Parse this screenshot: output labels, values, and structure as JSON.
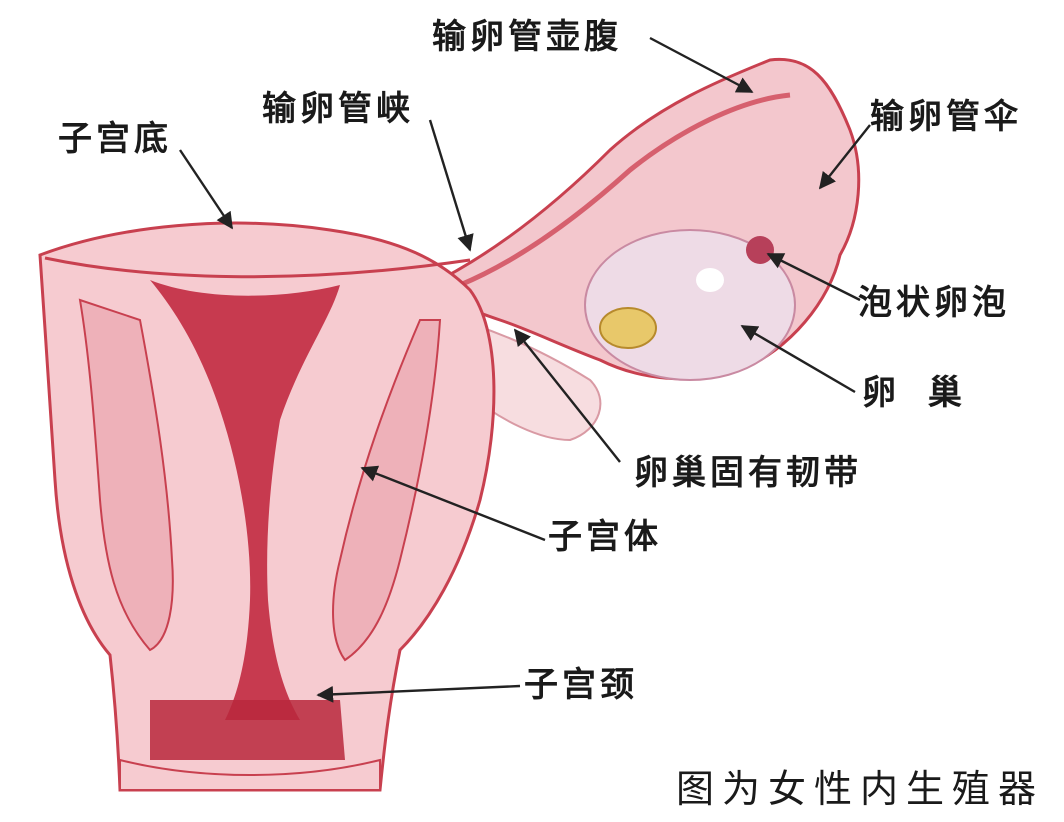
{
  "labels": {
    "ampulla": "输卵管壶腹",
    "isthmus": "输卵管峡",
    "fundus": "子宫底",
    "infundibulum": "输卵管伞",
    "follicle": "泡状卵泡",
    "ovary": "卵 巢",
    "ovarian_ligament": "卵巢固有韧带",
    "uterine_body": "子宫体",
    "cervix": "子宫颈"
  },
  "caption": "图为女性内生殖器",
  "colors": {
    "tissue": "#f6cbd0",
    "tissue_dark": "#c8404f",
    "wall": "#efb6bd",
    "cavity": "#b8283c",
    "ovary": "#efd9e6",
    "corpus": "#e8c86a",
    "label": "#1a1a1a",
    "arrow": "#222222"
  }
}
